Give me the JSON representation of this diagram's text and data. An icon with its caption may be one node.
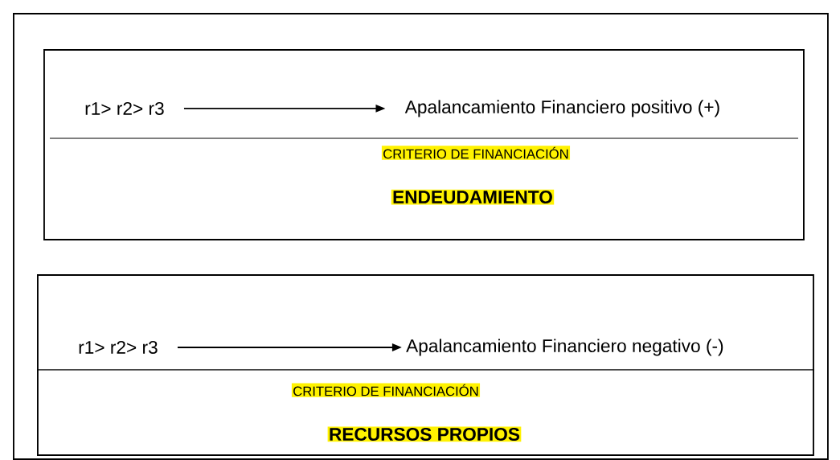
{
  "diagram": {
    "nodes": [
      {
        "text": [],
        "shape": "box"
      },
      {
        "text": [
          "CRITERIO DE FINANCIACIÓN",
          "ENDEUDAMIENTO"
        ],
        "in": 0
      },
      {
        "text": [
          "r1> r2> r3"
        ],
        "in": 1
      },
      {
        "text": [
          "Apalancamiento Financiero positivo (+)"
        ],
        "in": 1
      },
      {
        "text": [
          "CRITERIO DE FINANCIACIÓN",
          "RECURSOS PROPIOS"
        ],
        "in": 0
      },
      {
        "text": [
          "r1> r2> r3"
        ],
        "in": 4
      },
      {
        "text": [
          "Apalancamiento Financiero negativo (-)"
        ],
        "in": 4
      }
    ],
    "edges": [
      {
        "from": 2,
        "to": 3,
        "arrow": "to"
      },
      {
        "from": 5,
        "to": 6,
        "arrow": "to"
      }
    ]
  }
}
